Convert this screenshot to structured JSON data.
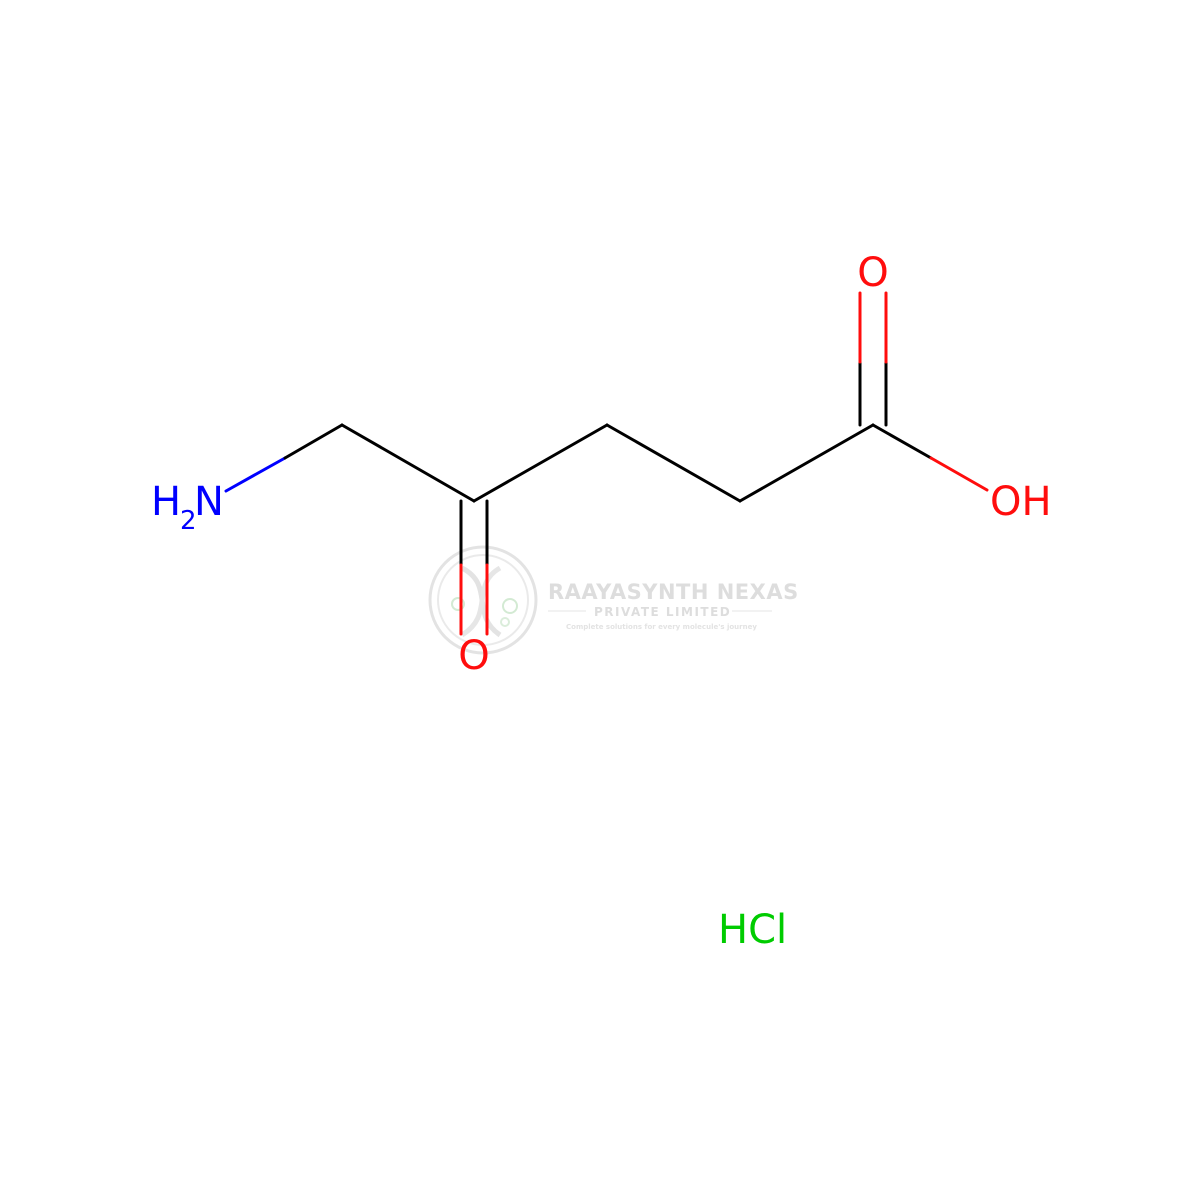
{
  "colors": {
    "bond": "#000000",
    "nitrogen": "#0000ff",
    "oxygen": "#ff0d0d",
    "chlorine": "#00cc00",
    "watermark": "#d6d6d6"
  },
  "atoms": {
    "amine_h": "H",
    "amine_sub": "2",
    "amine_n": "N",
    "ketone_o": "O",
    "acid_carbonyl_o": "O",
    "acid_hydroxyl": "OH",
    "salt": "HCl"
  },
  "watermark": {
    "company": "RAAYASYNTH NEXAS",
    "subtitle": "PRIVATE LIMITED",
    "tagline": "Complete solutions for every molecule's journey"
  }
}
